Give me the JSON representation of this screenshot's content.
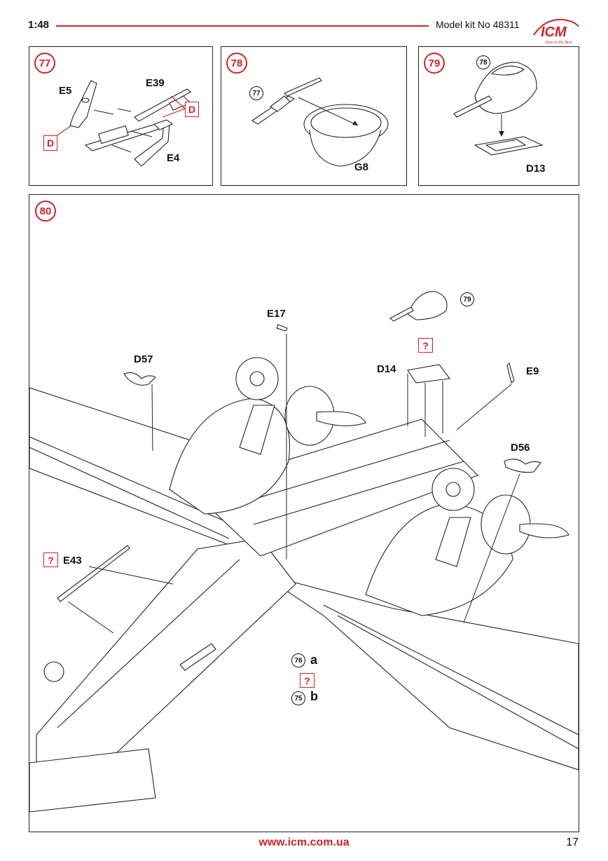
{
  "header": {
    "scale": "1:48",
    "model_kit": "Model kit No 48311",
    "logo_text": "ICM",
    "logo_tagline": "Nota in the Best",
    "accent_color": "#d2232a"
  },
  "steps": {
    "s77": {
      "number": "77",
      "labels": {
        "e5": "E5",
        "e39": "E39",
        "e4": "E4",
        "d_left": "D",
        "d_right": "D"
      }
    },
    "s78": {
      "number": "78",
      "labels": {
        "ref77": "77",
        "g8": "G8"
      }
    },
    "s79": {
      "number": "79",
      "labels": {
        "ref78": "78",
        "d13": "D13"
      }
    },
    "s80": {
      "number": "80",
      "labels": {
        "e17": "E17",
        "ref79": "79",
        "d57": "D57",
        "d14": "D14",
        "e9": "E9",
        "d56": "D56",
        "e43": "E43",
        "ref76": "76",
        "opt_a": "a",
        "ref75": "75",
        "opt_b": "b",
        "question": "?"
      }
    }
  },
  "footer": {
    "url": "www.icm.com.ua",
    "page": "17"
  }
}
